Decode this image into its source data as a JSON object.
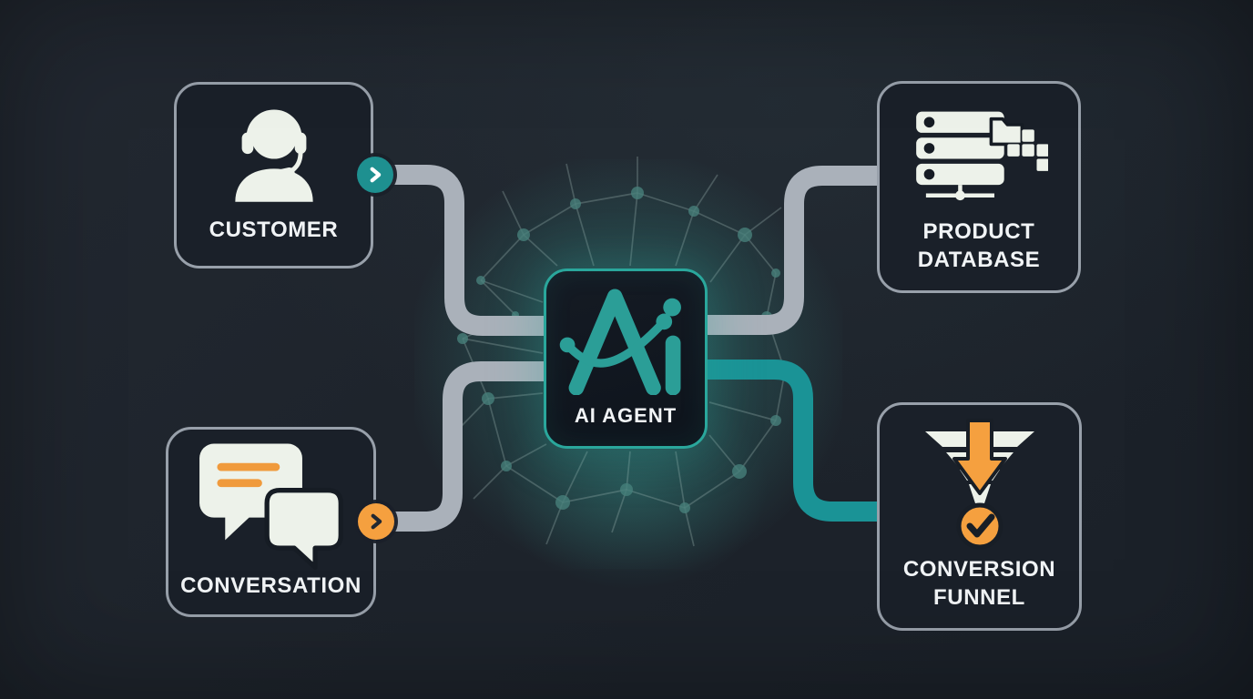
{
  "diagram": {
    "nodes": {
      "customer": {
        "label": "CUSTOMER",
        "icon": "headset-person"
      },
      "conversation": {
        "label": "CONVERSATION",
        "icon": "chat-bubbles"
      },
      "ai_agent": {
        "label": "AI AGENT",
        "logo_text": "Ai",
        "icon": "ai-logo"
      },
      "product_database": {
        "line1": "PRODUCT",
        "line2": "DATABASE",
        "icon": "server-database"
      },
      "conversion_funnel": {
        "line1": "CONVERSION",
        "line2": "FUNNEL",
        "icon": "funnel-arrow-check"
      }
    },
    "badges": {
      "customer_arrow": {
        "icon": "chevron-right",
        "color": "#1e9090"
      },
      "conversation_arrow": {
        "icon": "chevron-right",
        "color": "#f5a03f"
      }
    },
    "colors": {
      "background": "#1e242c",
      "box_fill": "#1a2029",
      "box_border": "#98a0aa",
      "accent_teal": "#2aa79c",
      "accent_orange": "#f5a03f",
      "connector_gray": "#aab1ba",
      "connector_teal": "#1a9396",
      "icon_white": "#edf2ea",
      "label_white": "#f1f4f6",
      "logo_teal": "#2b9e97"
    }
  }
}
